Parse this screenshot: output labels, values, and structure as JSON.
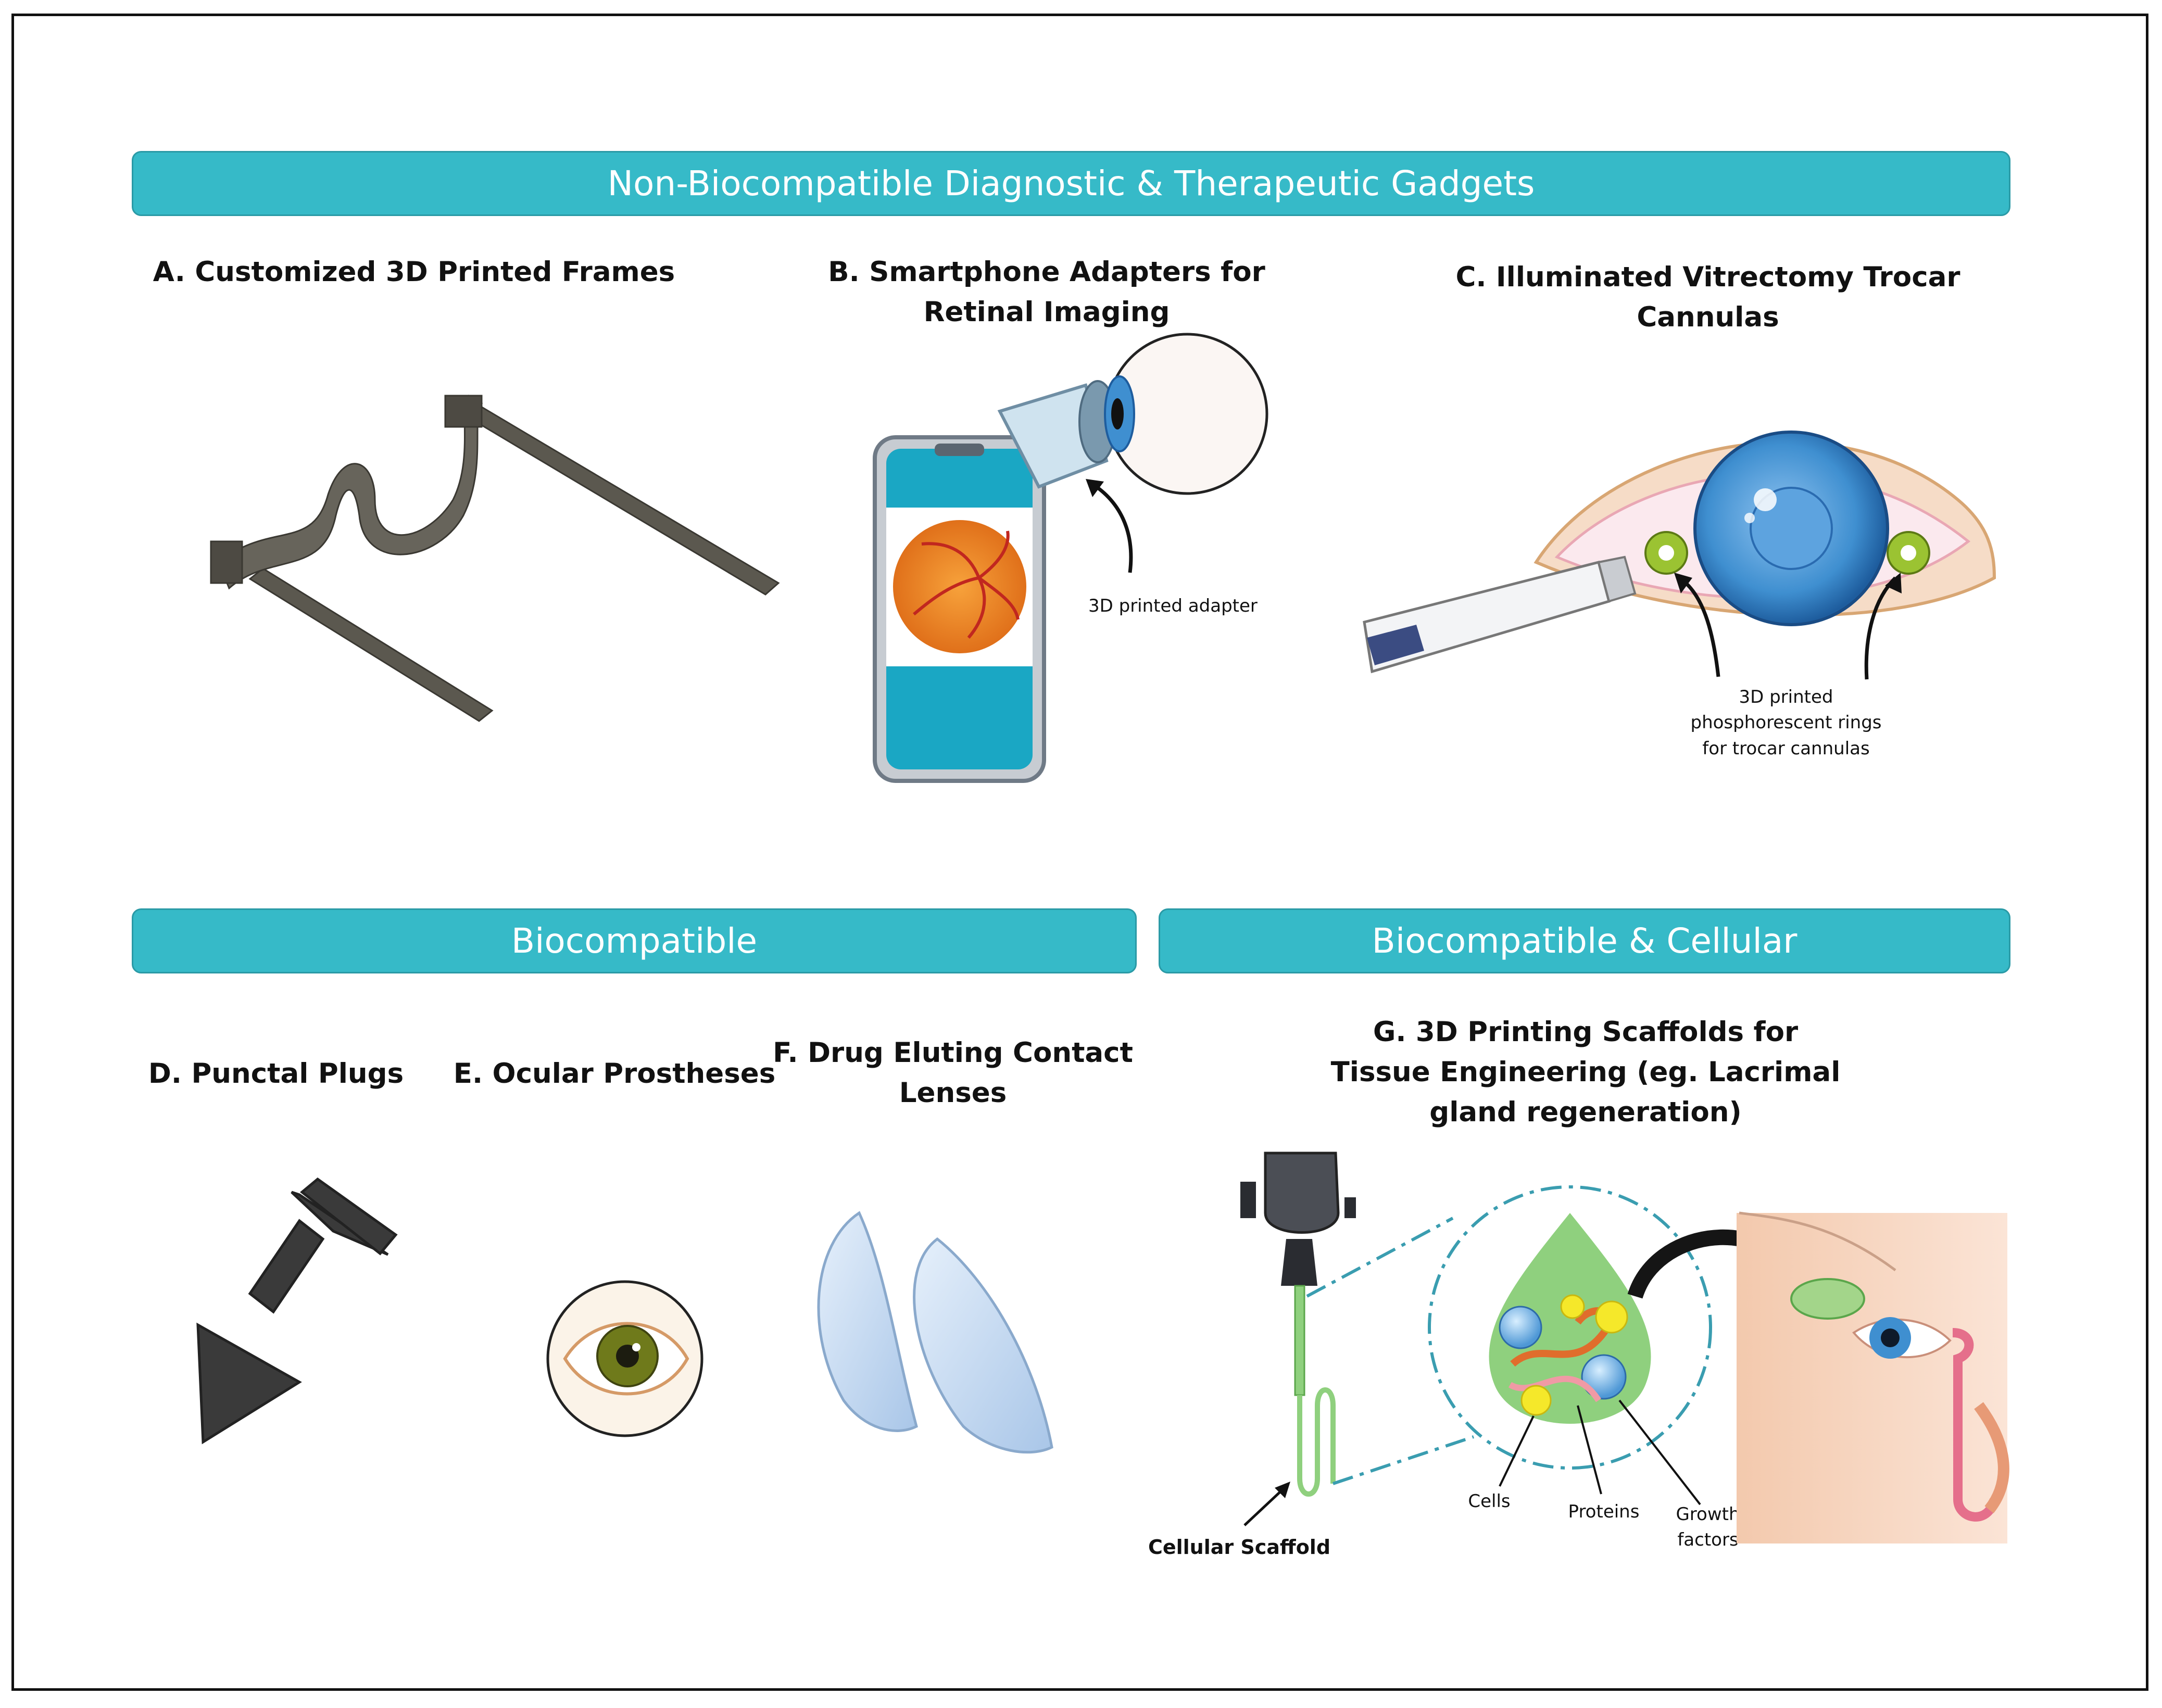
{
  "banners": {
    "top": "Non-Biocompatible Diagnostic & Therapeutic Gadgets",
    "bottom_left": "Biocompatible",
    "bottom_right": "Biocompatible & Cellular"
  },
  "panels": {
    "a": {
      "title": "A. Customized 3D Printed Frames"
    },
    "b": {
      "title_line1": "B. Smartphone Adapters for",
      "title_line2": "Retinal Imaging",
      "note": "3D printed adapter"
    },
    "c": {
      "title_line1": "C. Illuminated Vitrectomy Trocar",
      "title_line2": "Cannulas",
      "note_line1": "3D printed",
      "note_line2": "phosphorescent rings",
      "note_line3": "for trocar cannulas"
    },
    "d": {
      "title": "D. Punctal Plugs"
    },
    "e": {
      "title": "E. Ocular Prostheses"
    },
    "f": {
      "title_line1": "F. Drug Eluting Contact",
      "title_line2": "Lenses"
    },
    "g": {
      "title_line1": "G. 3D Printing Scaffolds for",
      "title_line2": "Tissue Engineering (eg. Lacrimal",
      "title_line3": "gland regeneration)",
      "label_scaffold": "Cellular Scaffold",
      "label_cells": "Cells",
      "label_proteins": "Proteins",
      "label_growth_line1": "Growth",
      "label_growth_line2": "factors"
    }
  },
  "colors": {
    "banner": "#36bac8",
    "phone": "#1aa7c4",
    "retina": "#f08a1e",
    "iris": "#3f8fd0",
    "ring": "#9bc332",
    "drop": "#8fd07e"
  }
}
